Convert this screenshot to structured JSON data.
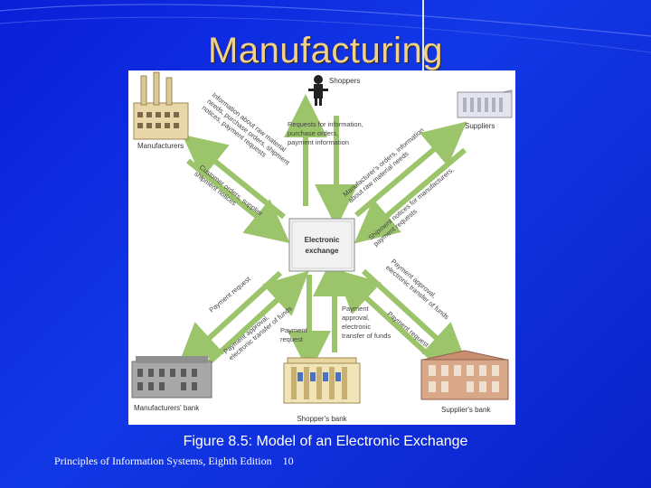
{
  "slide": {
    "title": "Manufacturing",
    "caption": "Figure 8.5: Model of an Electronic Exchange",
    "footer": "Principles of Information Systems, Eighth Edition",
    "page_number": "10"
  },
  "diagram": {
    "center": [
      "Electronic",
      "exchange"
    ],
    "nodes": {
      "manufacturers": "Manufacturers",
      "shoppers": "Shoppers",
      "suppliers": "Suppliers",
      "manufacturers_bank": "Manufacturers' bank",
      "shoppers_bank": "Shopper's bank",
      "suppliers_bank": "Supplier's bank"
    },
    "flows": {
      "manufacturers_in_1": "Information about raw material",
      "manufacturers_in_2": "needs, purchase orders, shipment",
      "manufacturers_in_3": "notices, payment requests",
      "manufacturers_out_1": "Customer orders, supplier",
      "manufacturers_out_2": "shipment notices",
      "shoppers_1": "Requests for information,",
      "shoppers_2": "purchase orders,",
      "shoppers_3": "payment information",
      "suppliers_in_1": "Manufacturer's orders, information",
      "suppliers_in_2": "about raw material needs",
      "suppliers_out_1": "Shipment notices for manufacturers,",
      "suppliers_out_2": "payment requests",
      "mfr_bank_1": "Payment request",
      "mfr_bank_2": "Payment approval,",
      "mfr_bank_3": "electronic transfer of funds",
      "shop_bank_up_1": "Payment",
      "shop_bank_up_2": "request",
      "shop_bank_down_1": "Payment",
      "shop_bank_down_2": "approval,",
      "shop_bank_down_3": "electronic",
      "shop_bank_down_4": "transfer of funds",
      "sup_bank_1": "Payment approval,",
      "sup_bank_2": "electronic transfer of funds",
      "sup_bank_3": "Payment request"
    }
  },
  "colors": {
    "background": "#0b22c9",
    "title": "#f0d08a",
    "arrow": "#9cc46a",
    "center_box": "#f2f2f2"
  }
}
